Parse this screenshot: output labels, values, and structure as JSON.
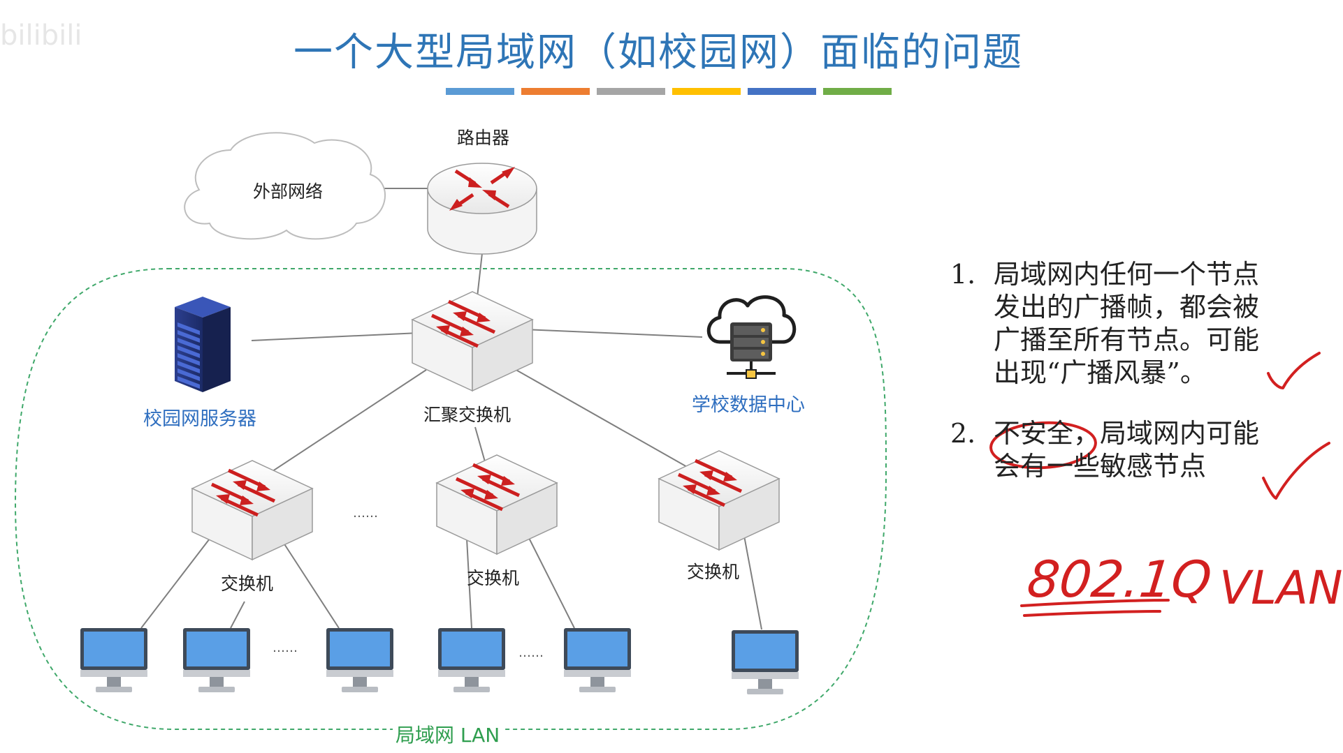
{
  "watermark": "bilibili",
  "title": "一个大型局域网（如校园网）面临的问题",
  "accent_colors": [
    "#5B9BD5",
    "#ED7D31",
    "#A5A5A5",
    "#FFC000",
    "#4472C4",
    "#70AD47"
  ],
  "diagram": {
    "router_label": "路由器",
    "external_net_label": "外部网络",
    "server_label": "校园网服务器",
    "datacenter_label": "学校数据中心",
    "core_switch_label": "汇聚交换机",
    "switch_labels": [
      "交换机",
      "交换机",
      "交换机"
    ],
    "ellipsis": "……",
    "lan_label": "局域网 LAN"
  },
  "notes": [
    {
      "num": "1.",
      "text": "局域网内任何一个节点发出的广播帧，都会被广播至所有节点。可能出现“广播风暴”。"
    },
    {
      "num": "2.",
      "text": "不安全，局域网内可能会有一些敏感节点"
    }
  ],
  "handwriting": {
    "left": "802.1Q",
    "right": "VLAN",
    "ink_color": "#d22020"
  }
}
